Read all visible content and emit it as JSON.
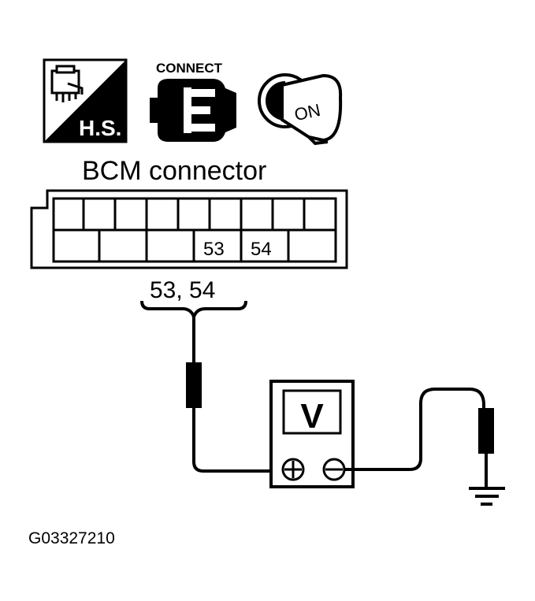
{
  "icons": {
    "harness_label": "H.S.",
    "connect_label": "CONNECT",
    "ignition_label": "ON"
  },
  "connector": {
    "title": "BCM connector",
    "pin_a": "53",
    "pin_b": "54",
    "probe_pins": "53, 54"
  },
  "meter": {
    "display": "V"
  },
  "figure": {
    "code": "G03327210"
  },
  "colors": {
    "ink": "#000000",
    "background": "#ffffff"
  }
}
